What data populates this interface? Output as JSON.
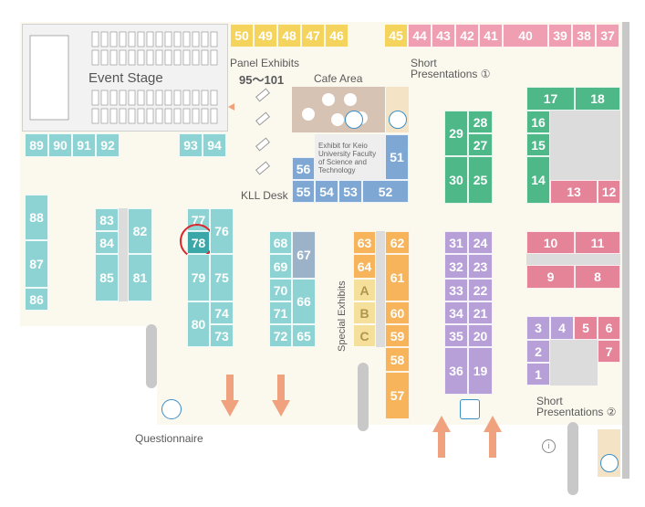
{
  "labels": {
    "event_stage": "Event Stage",
    "panel_exhibits": "Panel Exhibits",
    "panel_range": "95～101",
    "cafe_area": "Cafe Area",
    "short_pres1_line1": "Short",
    "short_pres1_line2": "Presentations ①",
    "short_pres2_line1": "Short",
    "short_pres2_line2": "Presentations ②",
    "kll_desk": "KLL Desk",
    "keio_exhibit": "Exhibit for Keio University Faculty of Science and Technology",
    "special_exhibits": "Special Exhibits",
    "questionnaire": "Questionnaire"
  },
  "selected_booth": "78",
  "booths": {
    "b50": "50",
    "b49": "49",
    "b48": "48",
    "b47": "47",
    "b46": "46",
    "b45": "45",
    "b44": "44",
    "b43": "43",
    "b42": "42",
    "b41": "41",
    "b40": "40",
    "b39": "39",
    "b38": "38",
    "b37": "37",
    "b89": "89",
    "b90": "90",
    "b91": "91",
    "b92": "92",
    "b93": "93",
    "b94": "94",
    "b88": "88",
    "b87": "87",
    "b86": "86",
    "b83": "83",
    "b84": "84",
    "b85": "85",
    "b82": "82",
    "b81": "81",
    "b77": "77",
    "b78": "78",
    "b79": "79",
    "b80": "80",
    "b76": "76",
    "b75": "75",
    "b74": "74",
    "b73": "73",
    "b68": "68",
    "b69": "69",
    "b70": "70",
    "b71": "71",
    "b72": "72",
    "b67": "67",
    "b66": "66",
    "b65": "65",
    "b56": "56",
    "b55": "55",
    "b54": "54",
    "b53": "53",
    "b52": "52",
    "b51": "51",
    "b63": "63",
    "b64": "64",
    "bA": "A",
    "bB": "B",
    "bC": "C",
    "b62": "62",
    "b61": "61",
    "b60": "60",
    "b59": "59",
    "b58": "58",
    "b57": "57",
    "b29": "29",
    "b28": "28",
    "b27": "27",
    "b30": "30",
    "b25": "25",
    "b31": "31",
    "b24": "24",
    "b32": "32",
    "b23": "23",
    "b33": "33",
    "b22": "22",
    "b34": "34",
    "b21": "21",
    "b35": "35",
    "b20": "20",
    "b36": "36",
    "b19": "19",
    "b17": "17",
    "b18": "18",
    "b16": "16",
    "b15": "15",
    "b14": "14",
    "b13": "13",
    "b12": "12",
    "b10": "10",
    "b11": "11",
    "b9": "9",
    "b8": "8",
    "b3": "3",
    "b4": "4",
    "b5": "5",
    "b6": "6",
    "b2": "2",
    "b7": "7",
    "b1": "1"
  },
  "colors": {
    "teal": "#8dd3d3",
    "teal_selected": "#3ba7a9",
    "yellow": "#f4d45c",
    "pink": "#ef9fb1",
    "green": "#4fb889",
    "purple": "#b7a0d8",
    "orange": "#f7b45a",
    "blue": "#7ea7d3",
    "highlight_circle": "#d9262c",
    "arrow": "#f0a27f",
    "floor": "#fbf8ee"
  },
  "icons": [
    "presentation-icon",
    "questionnaire-icon",
    "info-icon",
    "flower-icon",
    "entrance-arrow-icon"
  ]
}
